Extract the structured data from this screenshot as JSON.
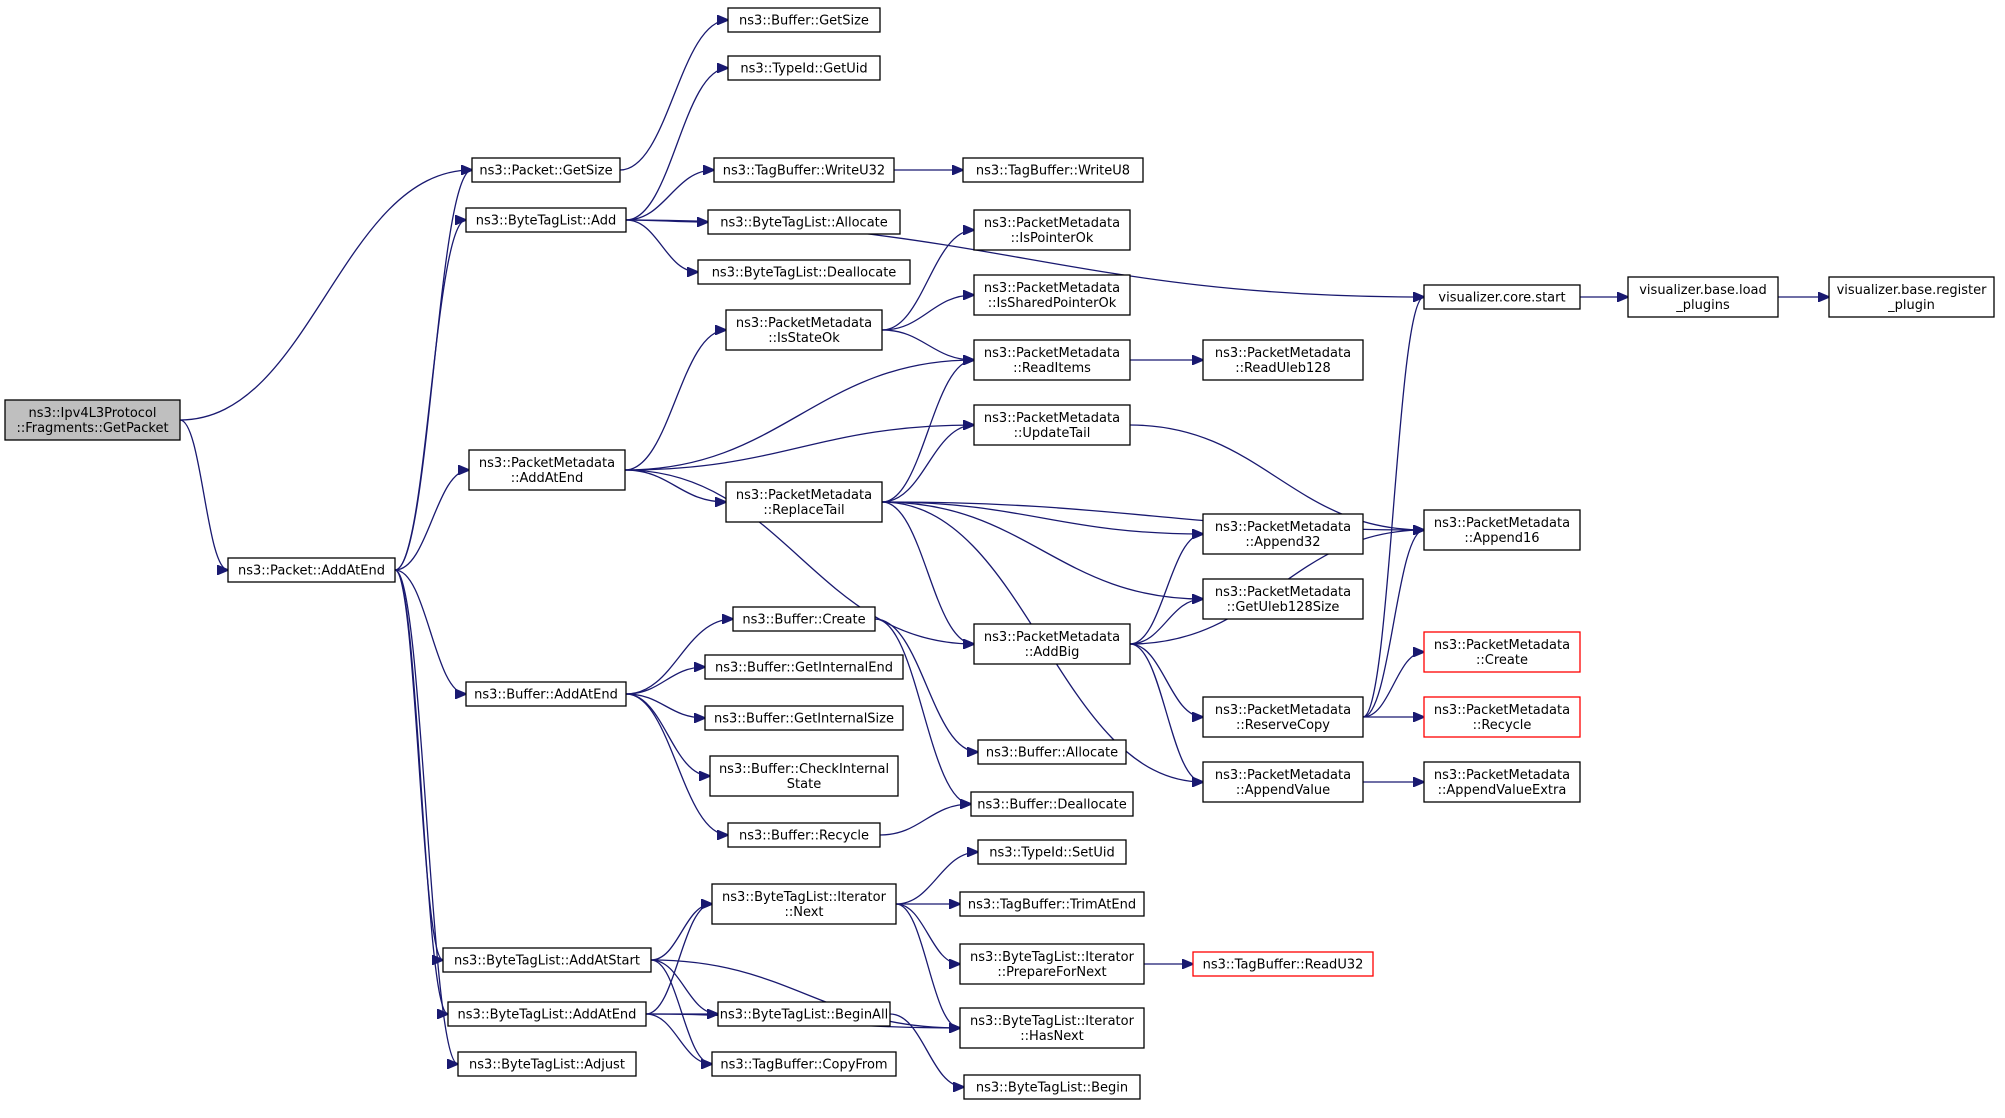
{
  "graph": {
    "edge_color": "#191970",
    "nodes": [
      {
        "id": "root",
        "lines": [
          "ns3::Ipv4L3Protocol",
          "::Fragments::GetPacket"
        ],
        "style": "root"
      },
      {
        "id": "pkt_addatend",
        "lines": [
          "ns3::Packet::AddAtEnd"
        ]
      },
      {
        "id": "pkt_getsize",
        "lines": [
          "ns3::Packet::GetSize"
        ]
      },
      {
        "id": "btl_add",
        "lines": [
          "ns3::ByteTagList::Add"
        ]
      },
      {
        "id": "pm_addatend",
        "lines": [
          "ns3::PacketMetadata",
          "::AddAtEnd"
        ]
      },
      {
        "id": "buf_addatend",
        "lines": [
          "ns3::Buffer::AddAtEnd"
        ]
      },
      {
        "id": "btl_addatstart",
        "lines": [
          "ns3::ByteTagList::AddAtStart"
        ]
      },
      {
        "id": "btl_addatend",
        "lines": [
          "ns3::ByteTagList::AddAtEnd"
        ]
      },
      {
        "id": "btl_adjust",
        "lines": [
          "ns3::ByteTagList::Adjust"
        ]
      },
      {
        "id": "buf_getsize",
        "lines": [
          "ns3::Buffer::GetSize"
        ]
      },
      {
        "id": "typeid_getuid",
        "lines": [
          "ns3::TypeId::GetUid"
        ]
      },
      {
        "id": "tb_writeu32",
        "lines": [
          "ns3::TagBuffer::WriteU32"
        ]
      },
      {
        "id": "btl_allocate",
        "lines": [
          "ns3::ByteTagList::Allocate"
        ]
      },
      {
        "id": "btl_deallocate",
        "lines": [
          "ns3::ByteTagList::Deallocate"
        ]
      },
      {
        "id": "pm_isstateok",
        "lines": [
          "ns3::PacketMetadata",
          "::IsStateOk"
        ]
      },
      {
        "id": "pm_replacetail",
        "lines": [
          "ns3::PacketMetadata",
          "::ReplaceTail"
        ]
      },
      {
        "id": "buf_create",
        "lines": [
          "ns3::Buffer::Create"
        ]
      },
      {
        "id": "buf_getinternalend",
        "lines": [
          "ns3::Buffer::GetInternalEnd"
        ]
      },
      {
        "id": "buf_getinternalsize",
        "lines": [
          "ns3::Buffer::GetInternalSize"
        ]
      },
      {
        "id": "buf_checkinternal",
        "lines": [
          "ns3::Buffer::CheckInternal",
          "State"
        ]
      },
      {
        "id": "buf_recycle",
        "lines": [
          "ns3::Buffer::Recycle"
        ]
      },
      {
        "id": "btli_next",
        "lines": [
          "ns3::ByteTagList::Iterator",
          "::Next"
        ]
      },
      {
        "id": "btl_beginall",
        "lines": [
          "ns3::ByteTagList::BeginAll"
        ]
      },
      {
        "id": "tb_copyfrom",
        "lines": [
          "ns3::TagBuffer::CopyFrom"
        ]
      },
      {
        "id": "tb_writeu8",
        "lines": [
          "ns3::TagBuffer::WriteU8"
        ]
      },
      {
        "id": "pm_ispointerok",
        "lines": [
          "ns3::PacketMetadata",
          "::IsPointerOk"
        ]
      },
      {
        "id": "pm_issharedpointerok",
        "lines": [
          "ns3::PacketMetadata",
          "::IsSharedPointerOk"
        ]
      },
      {
        "id": "pm_readitems",
        "lines": [
          "ns3::PacketMetadata",
          "::ReadItems"
        ]
      },
      {
        "id": "pm_updatetail",
        "lines": [
          "ns3::PacketMetadata",
          "::UpdateTail"
        ]
      },
      {
        "id": "pm_addbig",
        "lines": [
          "ns3::PacketMetadata",
          "::AddBig"
        ]
      },
      {
        "id": "buf_allocate",
        "lines": [
          "ns3::Buffer::Allocate"
        ]
      },
      {
        "id": "buf_deallocate",
        "lines": [
          "ns3::Buffer::Deallocate"
        ]
      },
      {
        "id": "typeid_setuid",
        "lines": [
          "ns3::TypeId::SetUid"
        ]
      },
      {
        "id": "tb_trimatend",
        "lines": [
          "ns3::TagBuffer::TrimAtEnd"
        ]
      },
      {
        "id": "btli_preparefornext",
        "lines": [
          "ns3::ByteTagList::Iterator",
          "::PrepareForNext"
        ]
      },
      {
        "id": "btli_hasnext",
        "lines": [
          "ns3::ByteTagList::Iterator",
          "::HasNext"
        ]
      },
      {
        "id": "btl_begin",
        "lines": [
          "ns3::ByteTagList::Begin"
        ]
      },
      {
        "id": "pm_readuleb128",
        "lines": [
          "ns3::PacketMetadata",
          "::ReadUleb128"
        ]
      },
      {
        "id": "pm_append32",
        "lines": [
          "ns3::PacketMetadata",
          "::Append32"
        ]
      },
      {
        "id": "pm_getuleb128size",
        "lines": [
          "ns3::PacketMetadata",
          "::GetUleb128Size"
        ]
      },
      {
        "id": "pm_reservecopy",
        "lines": [
          "ns3::PacketMetadata",
          "::ReserveCopy"
        ]
      },
      {
        "id": "pm_appendvalue",
        "lines": [
          "ns3::PacketMetadata",
          "::AppendValue"
        ]
      },
      {
        "id": "tb_readu32",
        "lines": [
          "ns3::TagBuffer::ReadU32"
        ],
        "style": "red"
      },
      {
        "id": "viz_core_start",
        "lines": [
          "visualizer.core.start"
        ]
      },
      {
        "id": "pm_append16",
        "lines": [
          "ns3::PacketMetadata",
          "::Append16"
        ]
      },
      {
        "id": "pm_create",
        "lines": [
          "ns3::PacketMetadata",
          "::Create"
        ],
        "style": "red"
      },
      {
        "id": "pm_recycle",
        "lines": [
          "ns3::PacketMetadata",
          "::Recycle"
        ],
        "style": "red"
      },
      {
        "id": "pm_appendvalueextra",
        "lines": [
          "ns3::PacketMetadata",
          "::AppendValueExtra"
        ]
      },
      {
        "id": "viz_base_load",
        "lines": [
          "visualizer.base.load",
          "_plugins"
        ]
      },
      {
        "id": "viz_base_register",
        "lines": [
          "visualizer.base.register",
          "_plugin"
        ]
      }
    ]
  }
}
